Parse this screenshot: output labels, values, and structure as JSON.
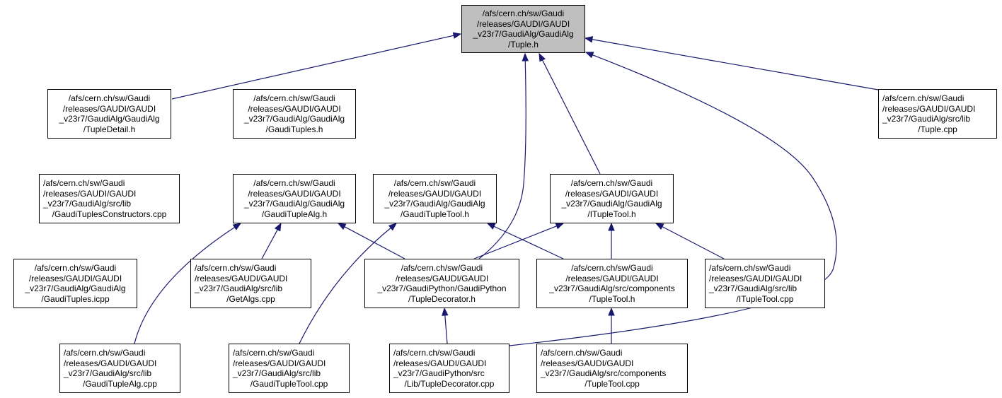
{
  "colors": {
    "edge": "#191970",
    "node_border": "#000000",
    "highlight_fill": "#bfbfbf"
  },
  "nodes": [
    {
      "id": "tuple_h",
      "lines": [
        "/afs/cern.ch/sw/Gaudi",
        "/releases/GAUDI/GAUDI",
        "_v23r7/GaudiAlg/GaudiAlg",
        "/Tuple.h"
      ],
      "highlight": true
    },
    {
      "id": "tupledetail_h",
      "lines": [
        "/afs/cern.ch/sw/Gaudi",
        "/releases/GAUDI/GAUDI",
        "_v23r7/GaudiAlg/GaudiAlg",
        "/TupleDetail.h"
      ]
    },
    {
      "id": "gaudituples_h",
      "lines": [
        "/afs/cern.ch/sw/Gaudi",
        "/releases/GAUDI/GAUDI",
        "_v23r7/GaudiAlg/GaudiAlg",
        "/GaudiTuples.h"
      ]
    },
    {
      "id": "tuple_cpp",
      "lines": [
        "/afs/cern.ch/sw/Gaudi",
        "/releases/GAUDI/GAUDI",
        "_v23r7/GaudiAlg/src/lib",
        "/Tuple.cpp"
      ]
    },
    {
      "id": "gaudituplesconstructors_cpp",
      "lines": [
        "/afs/cern.ch/sw/Gaudi",
        "/releases/GAUDI/GAUDI",
        "_v23r7/GaudiAlg/src/lib",
        "/GaudiTuplesConstructors.cpp"
      ]
    },
    {
      "id": "gauditupledalg_h",
      "lines": [
        "/afs/cern.ch/sw/Gaudi",
        "/releases/GAUDI/GAUDI",
        "_v23r7/GaudiAlg/GaudiAlg",
        "/GaudiTupleAlg.h"
      ]
    },
    {
      "id": "gauditupletool_h",
      "lines": [
        "/afs/cern.ch/sw/Gaudi",
        "/releases/GAUDI/GAUDI",
        "_v23r7/GaudiAlg/GaudiAlg",
        "/GaudiTupleTool.h"
      ]
    },
    {
      "id": "ituppletool_h",
      "lines": [
        "/afs/cern.ch/sw/Gaudi",
        "/releases/GAUDI/GAUDI",
        "_v23r7/GaudiAlg/GaudiAlg",
        "/ITupleTool.h"
      ]
    },
    {
      "id": "gaudituples_icpp",
      "lines": [
        "/afs/cern.ch/sw/Gaudi",
        "/releases/GAUDI/GAUDI",
        "_v23r7/GaudiAlg/GaudiAlg",
        "/GaudiTuples.icpp"
      ]
    },
    {
      "id": "getalgs_cpp",
      "lines": [
        "/afs/cern.ch/sw/Gaudi",
        "/releases/GAUDI/GAUDI",
        "_v23r7/GaudiAlg/src/lib",
        "/GetAlgs.cpp"
      ]
    },
    {
      "id": "tupledecorator_h",
      "lines": [
        "/afs/cern.ch/sw/Gaudi",
        "/releases/GAUDI/GAUDI",
        "_v23r7/GaudiPython/GaudiPython",
        "/TupleDecorator.h"
      ]
    },
    {
      "id": "tupletool_h",
      "lines": [
        "/afs/cern.ch/sw/Gaudi",
        "/releases/GAUDI/GAUDI",
        "_v23r7/GaudiAlg/src/components",
        "/TupleTool.h"
      ]
    },
    {
      "id": "ituppletool_cpp",
      "lines": [
        "/afs/cern.ch/sw/Gaudi",
        "/releases/GAUDI/GAUDI",
        "_v23r7/GaudiAlg/src/lib",
        "/ITupleTool.cpp"
      ]
    },
    {
      "id": "gauditupledalg_cpp",
      "lines": [
        "/afs/cern.ch/sw/Gaudi",
        "/releases/GAUDI/GAUDI",
        "_v23r7/GaudiAlg/src/lib",
        "/GaudiTupleAlg.cpp"
      ]
    },
    {
      "id": "gauditupletool_cpp",
      "lines": [
        "/afs/cern.ch/sw/Gaudi",
        "/releases/GAUDI/GAUDI",
        "_v23r7/GaudiAlg/src/lib",
        "/GaudiTupleTool.cpp"
      ]
    },
    {
      "id": "tupledecorator_cpp",
      "lines": [
        "/afs/cern.ch/sw/Gaudi",
        "/releases/GAUDI/GAUDI",
        "_v23r7/GaudiPython/src",
        "/Lib/TupleDecorator.cpp"
      ]
    },
    {
      "id": "tupletool_cpp",
      "lines": [
        "/afs/cern.ch/sw/Gaudi",
        "/releases/GAUDI/GAUDI",
        "_v23r7/GaudiAlg/src/components",
        "/TupleTool.cpp"
      ]
    }
  ],
  "edges": [
    {
      "from": "tupledetail_h",
      "to": "tuple_h"
    },
    {
      "from": "gaudituples_h",
      "to": "tuple_h"
    },
    {
      "from": "tuple_cpp",
      "to": "tuple_h"
    },
    {
      "from": "gaudituples_icpp",
      "to": "tuple_h"
    },
    {
      "from": "tupledecorator_h",
      "to": "tuple_h"
    },
    {
      "from": "ituppletool_h",
      "to": "tuple_h"
    },
    {
      "from": "tupledecorator_cpp",
      "to": "tuple_h"
    },
    {
      "from": "gaudituplesconstructors_cpp",
      "to": "gaudituples_h"
    },
    {
      "from": "gauditupledalg_h",
      "to": "gaudituples_h"
    },
    {
      "from": "gauditupletool_h",
      "to": "gaudituples_h"
    },
    {
      "from": "gaudituples_icpp",
      "to": "gaudituples_h"
    },
    {
      "from": "gaudituples_icpp",
      "to": "tupledetail_h"
    },
    {
      "from": "gaudituples_icpp",
      "to": "gauditupledalg_h"
    },
    {
      "from": "getalgs_cpp",
      "to": "gauditupledalg_h"
    },
    {
      "from": "gauditupledalg_cpp",
      "to": "gauditupledalg_h"
    },
    {
      "from": "tupledecorator_h",
      "to": "gauditupledalg_h"
    },
    {
      "from": "gauditupletool_cpp",
      "to": "gauditupletool_h"
    },
    {
      "from": "tupletool_h",
      "to": "gauditupletool_h"
    },
    {
      "from": "tupledecorator_h",
      "to": "ituppletool_h"
    },
    {
      "from": "tupletool_h",
      "to": "ituppletool_h"
    },
    {
      "from": "ituppletool_cpp",
      "to": "ituppletool_h"
    },
    {
      "from": "gauditupledalg_cpp",
      "to": "gaudituples_icpp"
    },
    {
      "from": "gauditupletool_cpp",
      "to": "gaudituples_icpp"
    },
    {
      "from": "tupledecorator_cpp",
      "to": "tupledecorator_h"
    },
    {
      "from": "tupletool_cpp",
      "to": "tupletool_h"
    }
  ]
}
